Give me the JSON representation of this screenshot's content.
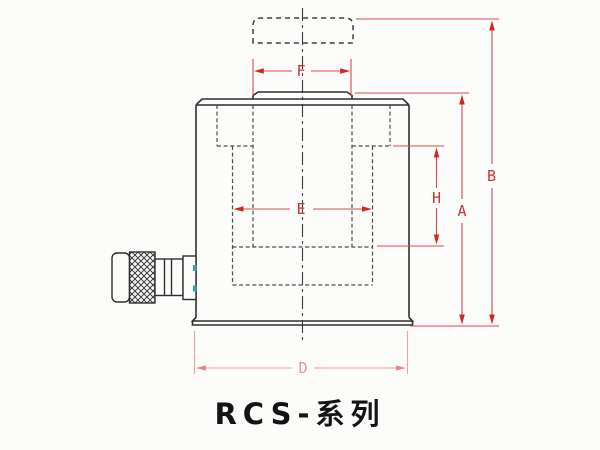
{
  "drawing": {
    "title": "RCS-系列",
    "dimension_labels": {
      "saddle_width": "F",
      "bore_diameter": "E",
      "inner_depth": "H",
      "collapsed_height": "A",
      "extended_height": "B",
      "base_diameter": "D"
    }
  },
  "colors": {
    "outline": "#2f2f2f",
    "hidden_line": "#4d4d4d",
    "centerline": "#3c3c3c",
    "dimension_red": "#d84a4a",
    "arrow_red": "#d42525",
    "dimension_faded_pink": "#eaa3a3",
    "port_accent_teal": "#2fa6a6",
    "title_text": "#141414",
    "background": "#fcfcfb"
  }
}
